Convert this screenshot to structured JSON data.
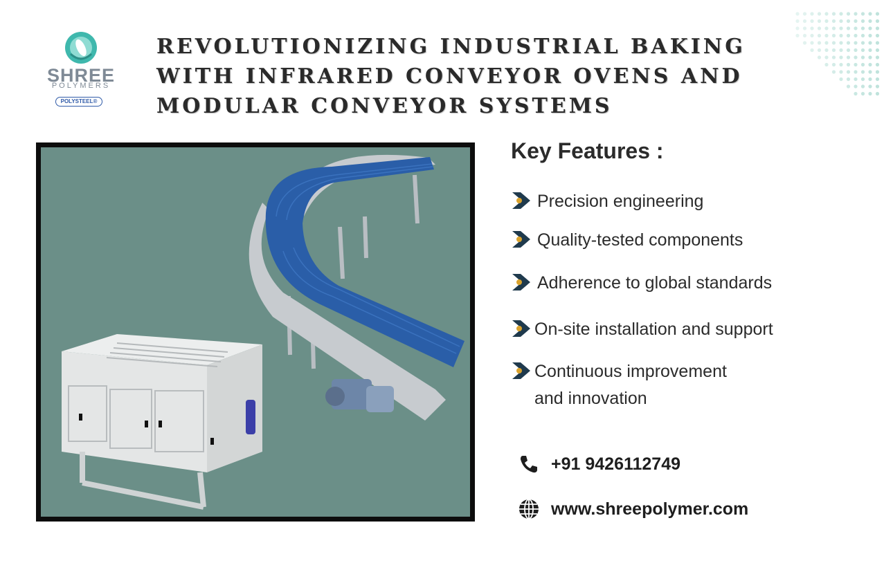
{
  "logo": {
    "brand": "SHREE",
    "subtitle": "POLYMERS",
    "badge": "POLYSTEEL®"
  },
  "headline": "REVOLUTIONIZING INDUSTRIAL BAKING WITH INFRARED CONVEYOR OVENS AND MODULAR CONVEYOR SYSTEMS",
  "key_features": {
    "title": "Key Features :",
    "items": [
      {
        "label": "Precision engineering"
      },
      {
        "label": "Quality-tested components"
      },
      {
        "label": "Adherence to global standards"
      },
      {
        "label": "On-site installation and support"
      },
      {
        "label": "Continuous improvement and innovation"
      }
    ]
  },
  "contact": {
    "phone": "+91 9426112749",
    "website": "www.shreepolymer.com",
    "phone_icon": "phone-icon",
    "website_icon": "globe-icon"
  },
  "colors": {
    "logo_teal": "#3fb8ad",
    "bullet_navy": "#1f3a4d",
    "bullet_gold": "#d9a22c",
    "photo_background": "#6b8f88",
    "belt_blue": "#2a5ea8",
    "dots": "#bfe3dc"
  }
}
